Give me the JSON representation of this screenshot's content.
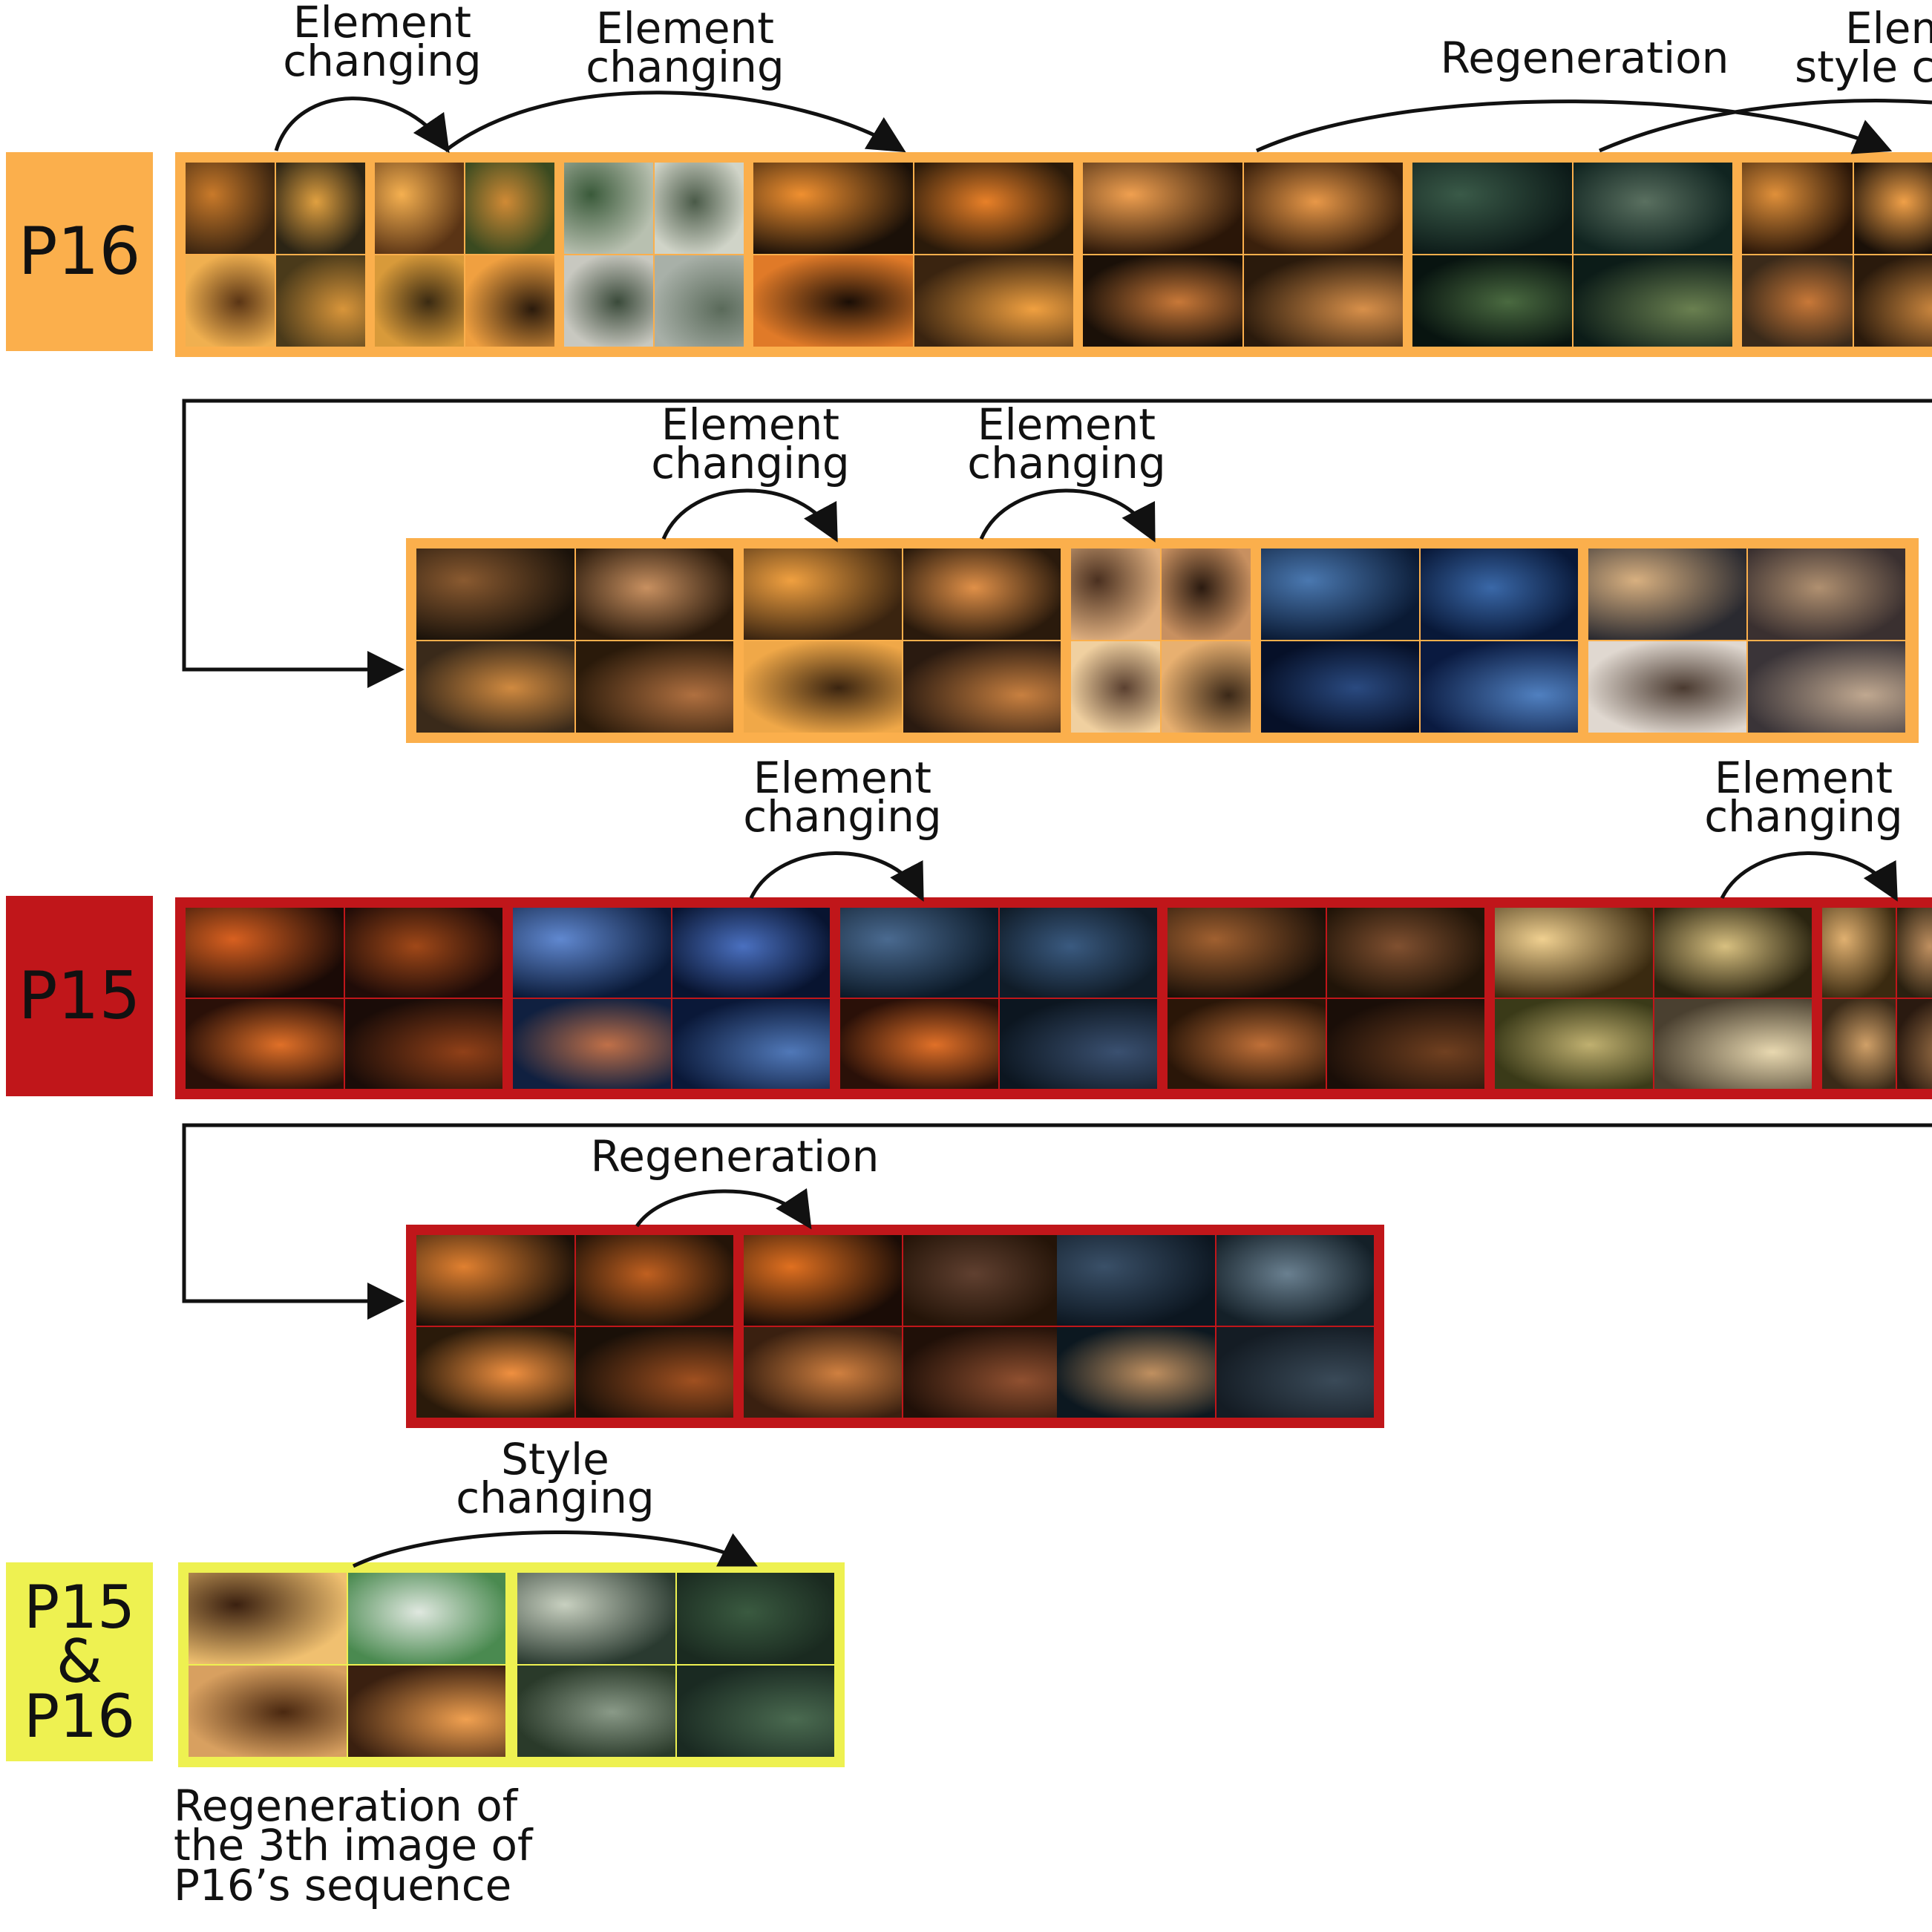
{
  "rows": {
    "p16": {
      "label": "P16",
      "color": "#FBAF4C",
      "row1_annotations": [
        {
          "l1": "Element",
          "l2": "changing"
        },
        {
          "l1": "Element",
          "l2": "changing"
        },
        {
          "l1": "Regeneration",
          "l2": ""
        },
        {
          "l1": "Elem",
          "l2": "style c"
        }
      ],
      "row2_annotations": [
        {
          "l1": "Element",
          "l2": "changing"
        },
        {
          "l1": "Element",
          "l2": "changing"
        }
      ]
    },
    "p15": {
      "label": "P15",
      "color": "#C0161A",
      "row1_annotations": [
        {
          "l1": "Element",
          "l2": "changing"
        },
        {
          "l1": "Element",
          "l2": "changing"
        }
      ],
      "row2_annotations": [
        {
          "l1": "Regeneration",
          "l2": ""
        }
      ]
    },
    "both": {
      "label_lines": [
        "P15",
        "&",
        "P16"
      ],
      "color": "#EEF151",
      "annotation": {
        "l1": "Style",
        "l2": "changing"
      },
      "caption_lines": [
        "Regeneration of",
        "the 3th image of",
        "P16’s sequence"
      ]
    }
  }
}
